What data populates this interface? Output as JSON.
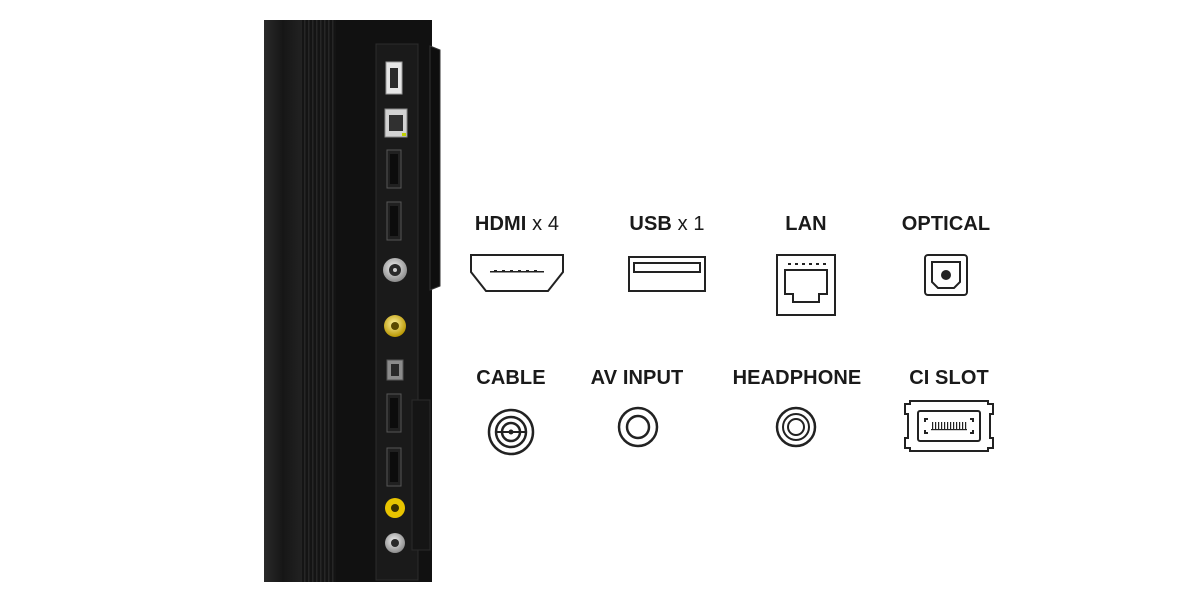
{
  "connectors": {
    "hdmi": {
      "name": "HDMI",
      "qty": "x 4",
      "icon": "hdmi-port-icon"
    },
    "usb": {
      "name": "USB",
      "qty": "x 1",
      "icon": "usb-port-icon"
    },
    "lan": {
      "name": "LAN",
      "icon": "lan-port-icon"
    },
    "optical": {
      "name": "OPTICAL",
      "icon": "optical-port-icon"
    },
    "cable": {
      "name": "CABLE",
      "icon": "coax-cable-port-icon"
    },
    "av_input": {
      "name": "AV INPUT",
      "icon": "av-input-jack-icon"
    },
    "headphone": {
      "name": "HEADPHONE",
      "icon": "headphone-jack-icon"
    },
    "ci_slot": {
      "name": "CI SLOT",
      "icon": "ci-slot-card-icon"
    }
  },
  "colors": {
    "panel": "#1c1c1c",
    "panel_dark": "#111111",
    "port_silver": "#c8c8c8",
    "av_yellow": "#e8c400",
    "label_text": "#1a1a1a"
  }
}
